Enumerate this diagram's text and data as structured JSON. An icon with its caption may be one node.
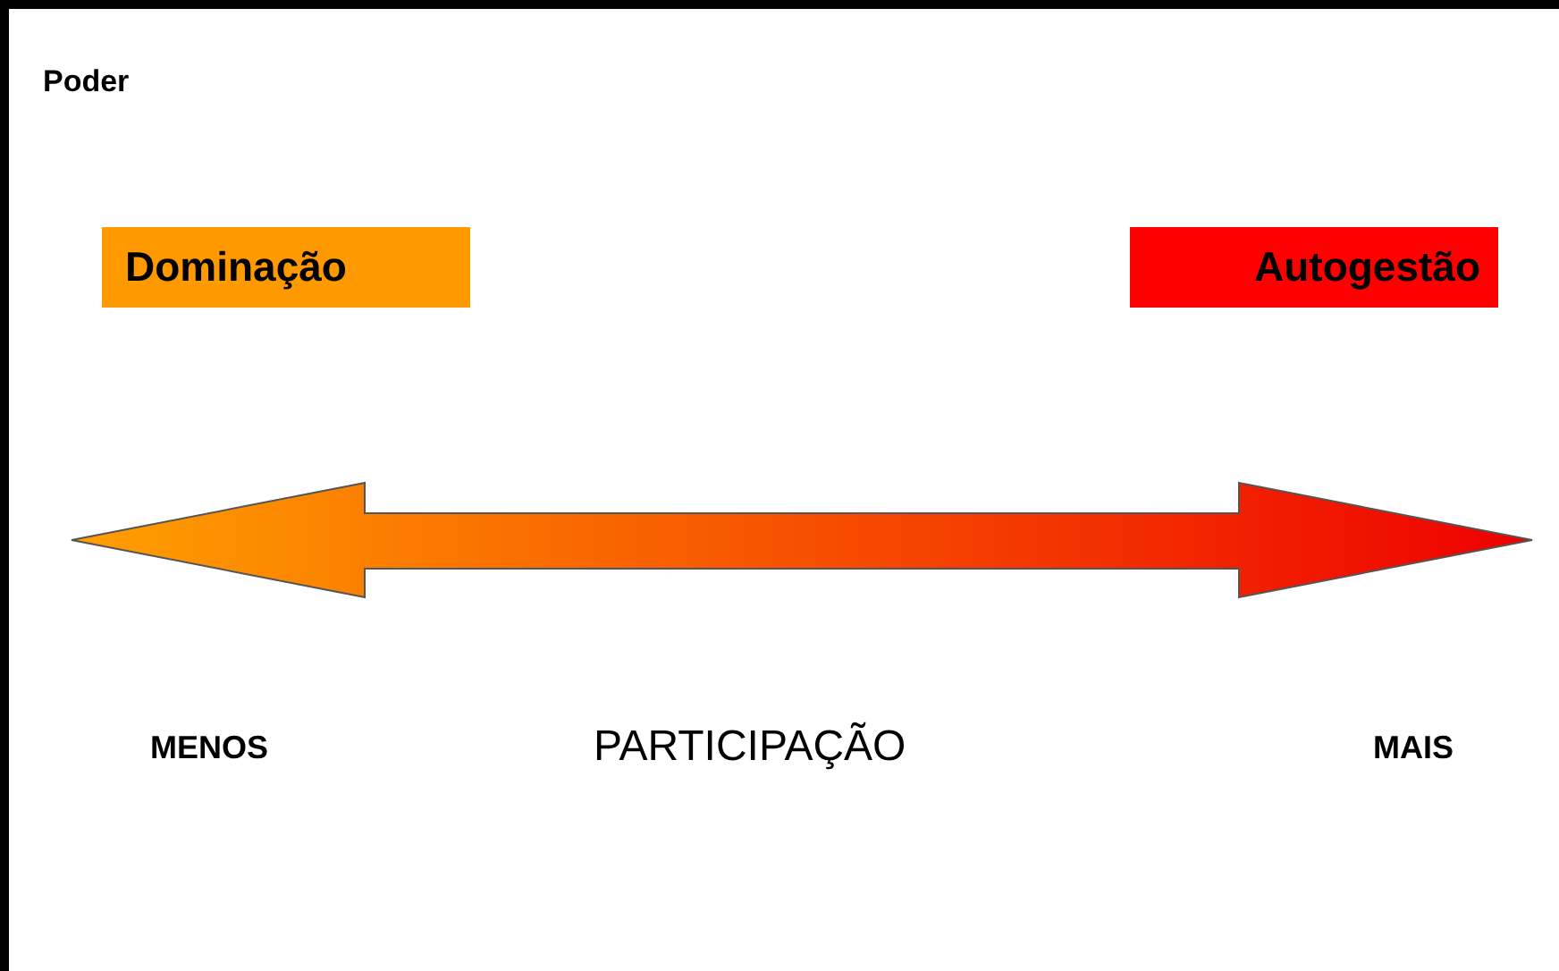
{
  "diagram": {
    "nodes": [
      {
        "text": [
          "Dominação"
        ]
      },
      {
        "text": [
          "Autogestão"
        ]
      }
    ],
    "labels": [
      "Poder",
      "MENOS",
      "PARTICIPAÇÃO",
      "MAIS"
    ]
  }
}
